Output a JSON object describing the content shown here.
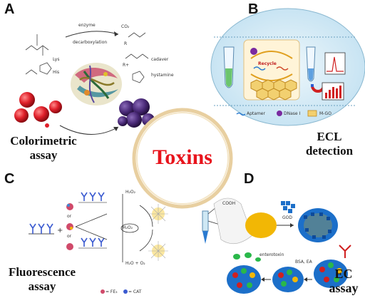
{
  "center": {
    "title": "Toxins",
    "title_color": "#e8141c",
    "ring_color": "#e8cfa0"
  },
  "panels": {
    "A": {
      "letter": "A",
      "caption_line1": "Colorimetric",
      "caption_line2": "assay",
      "labels": {
        "enzyme": "enzyme",
        "decarboxylation": "decarboxylation",
        "lys": "Lys",
        "his": "His",
        "cadaverine": "cadaver",
        "histamine": "hystamine",
        "co2": "CO₂",
        "r": "R",
        "rplus": "R+"
      }
    },
    "B": {
      "letter": "B",
      "caption_line1": "ECL",
      "caption_line2": "detection",
      "labels": {
        "recycle": "Recycle",
        "aptamer": "Aptamer",
        "dnase": "DNase I",
        "mgo": "M-GO"
      }
    },
    "C": {
      "letter": "C",
      "caption_line1": "Fluorescence",
      "caption_line2": "assay",
      "labels": {
        "h2o2_top": "H₂O₂",
        "h2o2_mid": "H₂O₂",
        "h2o_o2": "H₂O + O₂",
        "or1": "or",
        "or2": "or",
        "fe": "= FE₃",
        "cat": "= CAT"
      }
    },
    "D": {
      "letter": "D",
      "caption_line1": "EC",
      "caption_line2": "assay",
      "labels": {
        "cooh": "COOH",
        "god": "GOD",
        "bsa": "BSA, EA",
        "enterotoxin": "enterotoxin"
      }
    }
  },
  "colors": {
    "red_sphere": "#e0202a",
    "purple_sphere": "#4a2a78",
    "panel_b_bg": "#cfe8f4",
    "yellow_disk": "#f2b705",
    "blue_particles": "#1c6fc9"
  }
}
